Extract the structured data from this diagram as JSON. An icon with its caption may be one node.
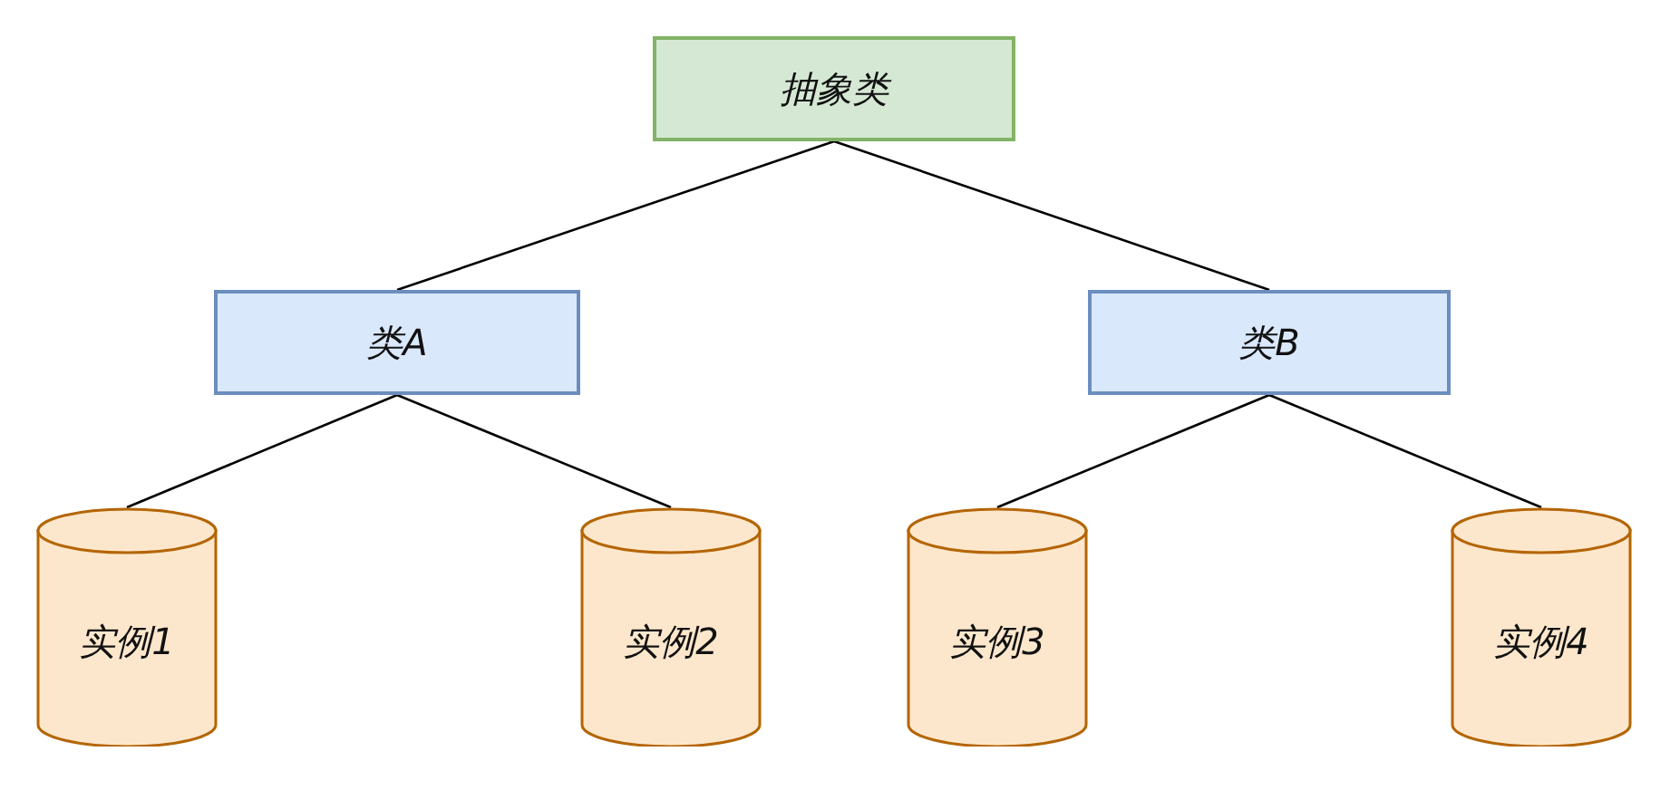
{
  "diagram": {
    "nodes": [
      {
        "text": [
          "抽象类"
        ]
      },
      {
        "text": [
          "类A"
        ]
      },
      {
        "text": [
          "类B"
        ]
      },
      {
        "text": [
          "实例1"
        ]
      },
      {
        "text": [
          "实例2"
        ]
      },
      {
        "text": [
          "实例3"
        ]
      },
      {
        "text": [
          "实例4"
        ]
      }
    ],
    "edges": [
      {
        "from": 0,
        "to": 1,
        "arrow": "none"
      },
      {
        "from": 0,
        "to": 2,
        "arrow": "none"
      },
      {
        "from": 1,
        "to": 3,
        "arrow": "none"
      },
      {
        "from": 1,
        "to": 4,
        "arrow": "none"
      },
      {
        "from": 2,
        "to": 5,
        "arrow": "none"
      },
      {
        "from": 2,
        "to": 6,
        "arrow": "none"
      }
    ]
  }
}
